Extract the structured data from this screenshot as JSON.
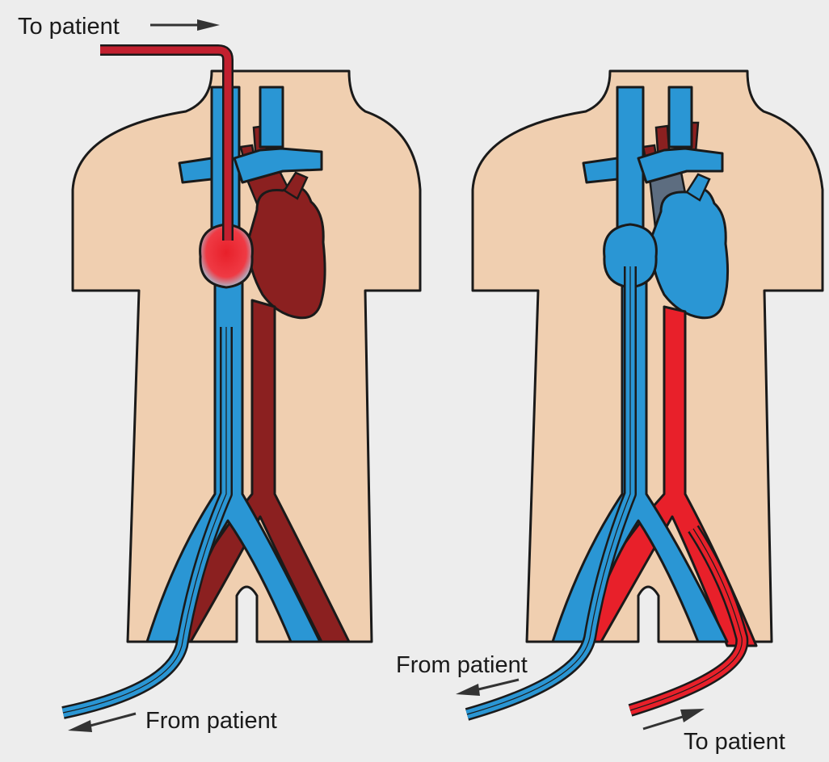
{
  "labels": {
    "top_left": "To patient",
    "bottom_left": "From patient",
    "right_from": "From patient",
    "right_to": "To patient"
  },
  "colors": {
    "background": "#ededed",
    "skin": "#f0cfb0",
    "outline": "#1a1a1a",
    "vein_blue": "#2a96d4",
    "artery_dark": "#8b2020",
    "oxygenated_red": "#e8202a",
    "cannula_red": "#c2202f"
  }
}
